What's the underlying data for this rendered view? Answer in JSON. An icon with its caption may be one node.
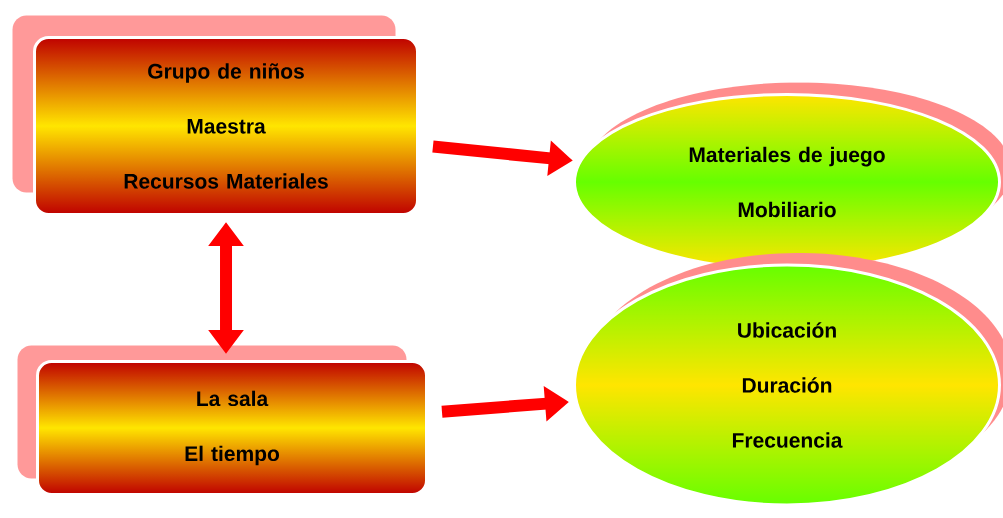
{
  "diagram": {
    "nodes": [
      {
        "text": [
          "Grupo de niños",
          "Maestra",
          "Recursos Materiales"
        ]
      },
      {
        "text": [
          "Materiales de juego",
          "Mobiliario"
        ]
      },
      {
        "text": [
          "La sala",
          "El tiempo"
        ]
      },
      {
        "text": [
          "Ubicación",
          "Duración",
          "Frecuencia"
        ]
      }
    ],
    "edges": [
      {
        "from": 0,
        "to": 1,
        "arrow": "to"
      },
      {
        "from": 0,
        "to": 2,
        "arrow": "both"
      },
      {
        "from": 2,
        "to": 3,
        "arrow": "to"
      }
    ]
  }
}
